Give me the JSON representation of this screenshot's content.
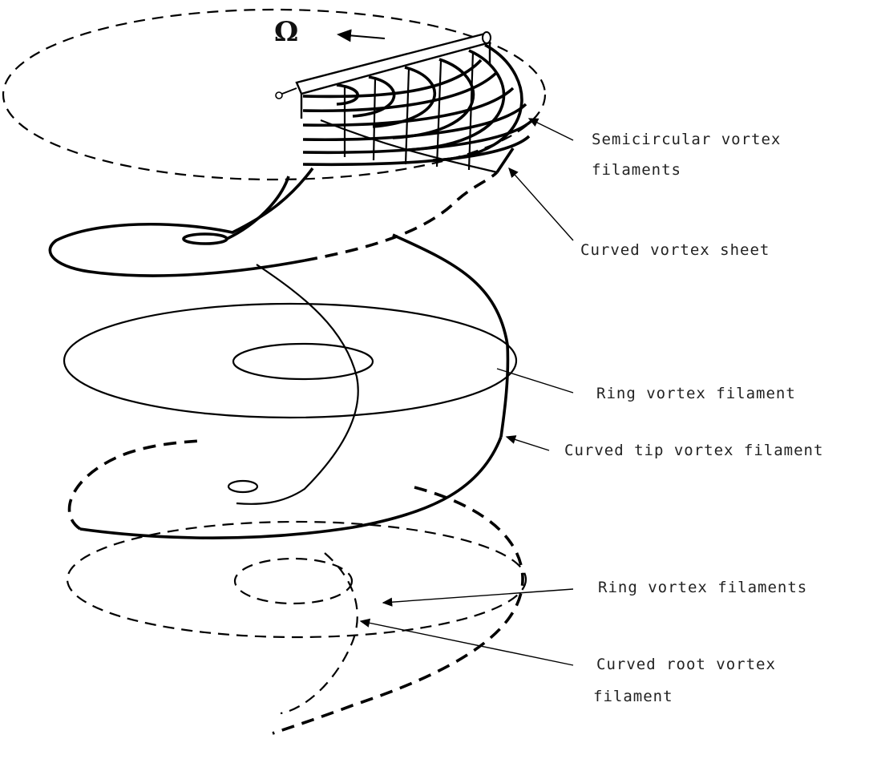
{
  "figure": {
    "omega_symbol": "Ω",
    "labels": {
      "semicircular_line1": "Semicircular vortex",
      "semicircular_line2": "filaments",
      "curved_sheet": "Curved vortex sheet",
      "ring_filament": "Ring vortex filament",
      "curved_tip": "Curved tip vortex filament",
      "ring_filaments": "Ring vortex filaments",
      "root_line1": "Curved root vortex",
      "root_line2": "filament"
    }
  }
}
